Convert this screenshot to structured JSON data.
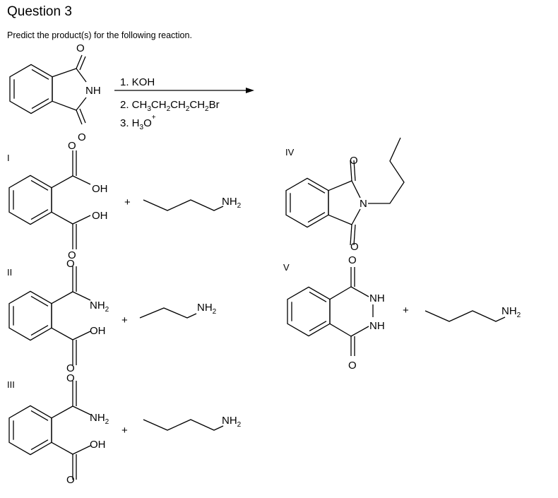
{
  "header": {
    "title": "Question 3",
    "prompt": "Predict the product(s) for the following reaction."
  },
  "reaction": {
    "step1": "1. KOH",
    "step2_prefix": "2. CH",
    "step2_sub1": "3",
    "step2_mid1": "CH",
    "step2_sub2": "2",
    "step2_mid2": "CH",
    "step2_sub3": "2",
    "step2_mid3": "CH",
    "step2_sub4": "2",
    "step2_suffix": "Br",
    "step3_prefix": "3. H",
    "step3_sub": "3",
    "step3_mid": "O",
    "step3_sup": "+"
  },
  "atoms": {
    "O": "O",
    "N": "N",
    "NH": "NH",
    "OH": "OH",
    "NH2_main": "NH",
    "NH2_sub": "2",
    "plus": "+"
  },
  "choices": [
    {
      "label": "I"
    },
    {
      "label": "II"
    },
    {
      "label": "III"
    },
    {
      "label": "IV"
    },
    {
      "label": "V"
    }
  ]
}
